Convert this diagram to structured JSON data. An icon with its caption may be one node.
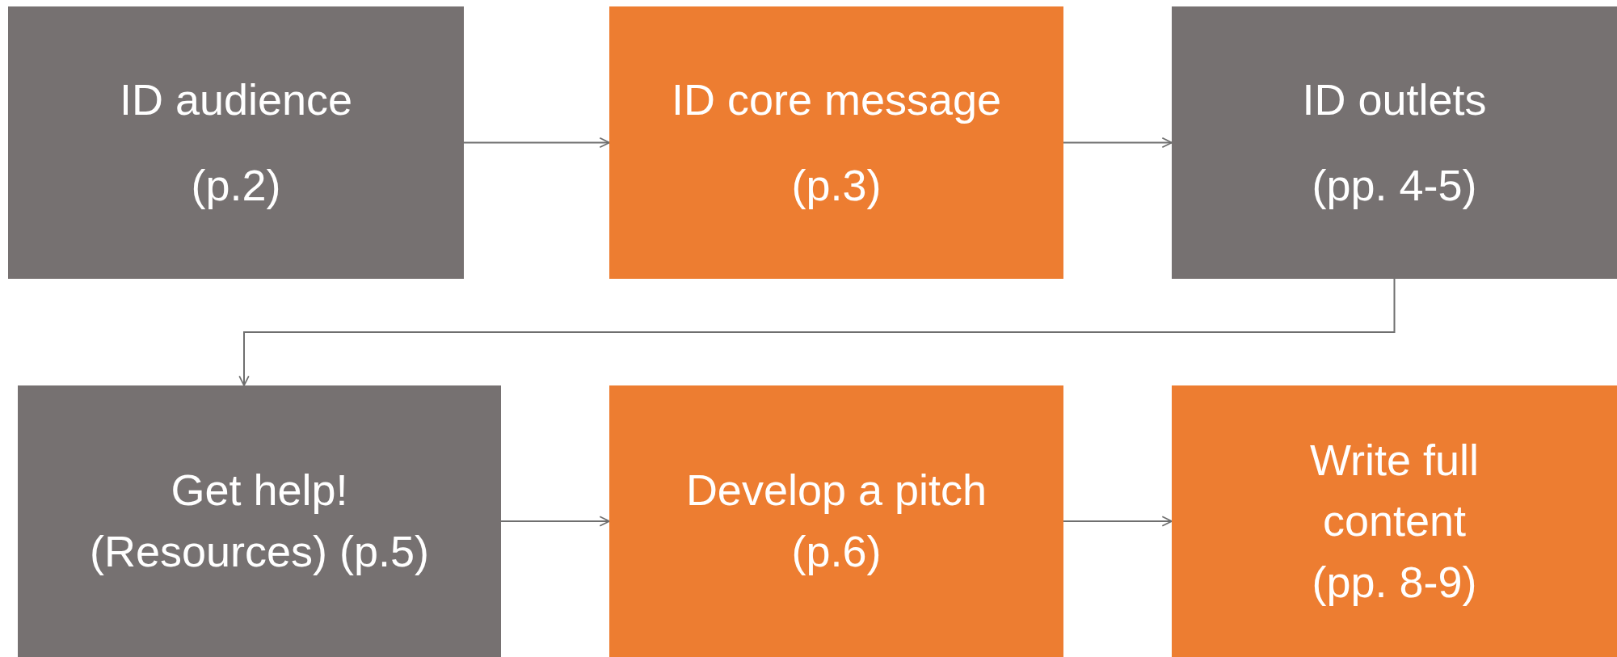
{
  "diagram": {
    "nodes": [
      {
        "text": [
          "ID audience",
          "(p.2)"
        ]
      },
      {
        "text": [
          "ID core message",
          "(p.3)"
        ]
      },
      {
        "text": [
          "ID outlets",
          "(pp. 4-5)"
        ]
      },
      {
        "text": [
          "Get help! (Resources) (p.5)"
        ]
      },
      {
        "text": [
          "Develop a pitch (p.6)"
        ]
      },
      {
        "text": [
          "Write full content",
          "(pp. 8-9)"
        ]
      }
    ],
    "edges": [
      {
        "from": 0,
        "to": 1,
        "arrow": "to"
      },
      {
        "from": 1,
        "to": 2,
        "arrow": "to"
      },
      {
        "from": 2,
        "to": 3,
        "arrow": "to"
      },
      {
        "from": 3,
        "to": 4,
        "arrow": "to"
      },
      {
        "from": 4,
        "to": 5,
        "arrow": "to"
      }
    ]
  }
}
